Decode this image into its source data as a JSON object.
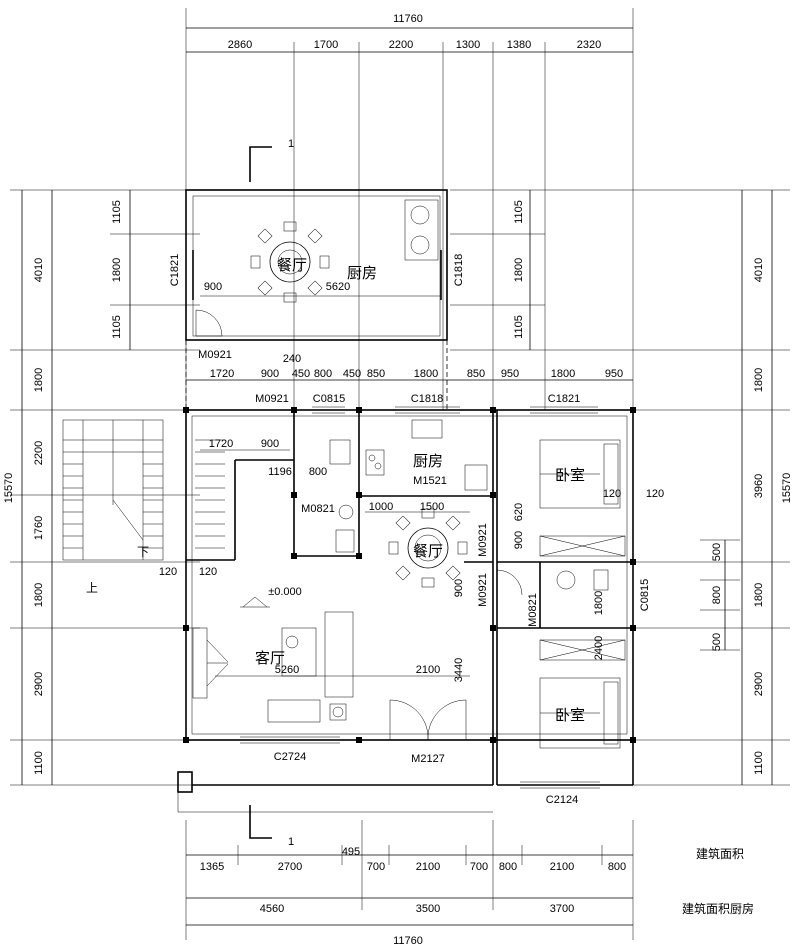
{
  "top_dims": {
    "overall": "11760",
    "segments": [
      "2860",
      "1700",
      "2200",
      "1300",
      "1380",
      "2320"
    ],
    "row3": [
      "1720",
      "900",
      "450",
      "800",
      "450",
      "850",
      "1800",
      "850",
      "950",
      "1800",
      "950"
    ],
    "row3_extra": "240"
  },
  "bottom_dims": {
    "row1": [
      "1365",
      "2700",
      "495",
      "700",
      "2100",
      "700",
      "800",
      "2100",
      "800"
    ],
    "row2": [
      "4560",
      "3500",
      "3700"
    ],
    "overall": "11760"
  },
  "left_dims": {
    "outer": [
      "4010",
      "1800",
      "2200",
      "1760",
      "1800",
      "2900",
      "1100"
    ],
    "total": "15570",
    "inner": [
      "1105",
      "1800",
      "1105"
    ]
  },
  "right_dims": {
    "outer": [
      "4010",
      "1800",
      "3960",
      "1800",
      "2900",
      "1100"
    ],
    "total": "15570",
    "inner": [
      "1105",
      "1800",
      "1105"
    ],
    "inner2": [
      "500",
      "800",
      "500"
    ]
  },
  "rooms": {
    "upper_dining": "餐厅",
    "upper_kitchen": "厨房",
    "kitchen": "厨房",
    "dining": "餐厅",
    "living": "客厅",
    "bedroom1": "卧室",
    "bedroom2": "卧室"
  },
  "labels": {
    "c1821_left": "C1821",
    "c1818_right": "C1818",
    "m0921_ext": "M0921",
    "m0921_top": "M0921",
    "c0815": "C0815",
    "c1818": "C1818",
    "c1821": "C1821",
    "m1521": "M1521",
    "m0821_left": "M0821",
    "m0921_right": "M0921",
    "m0921_v": "M0921",
    "m0821_bath": "M0821",
    "c0815_bath": "C0815",
    "c2724": "C2724",
    "m2127": "M2127",
    "c2124": "C2124",
    "dim_900": "900",
    "dim_5620": "5620",
    "dim_1720b": "1720",
    "dim_900b": "900",
    "dim_1196": "1196",
    "dim_800": "800",
    "dim_1000": "1000",
    "dim_1500": "1500",
    "dim_120a": "120",
    "dim_120b": "120",
    "dim_120c": "120",
    "dim_120d": "120",
    "dim_620": "620",
    "dim_900c": "900",
    "dim_900d": "900",
    "dim_1800s": "1800",
    "dim_2400s": "2400",
    "dim_2100": "2100",
    "dim_3440": "3440",
    "dim_5260": "5260",
    "level": "±0.000",
    "stair_up": "上",
    "stair_down": "下",
    "section_mark": "1",
    "section_mark_b": "1"
  },
  "notes": {
    "area": "建筑面积",
    "area_kitchen": "建筑面积厨房"
  }
}
